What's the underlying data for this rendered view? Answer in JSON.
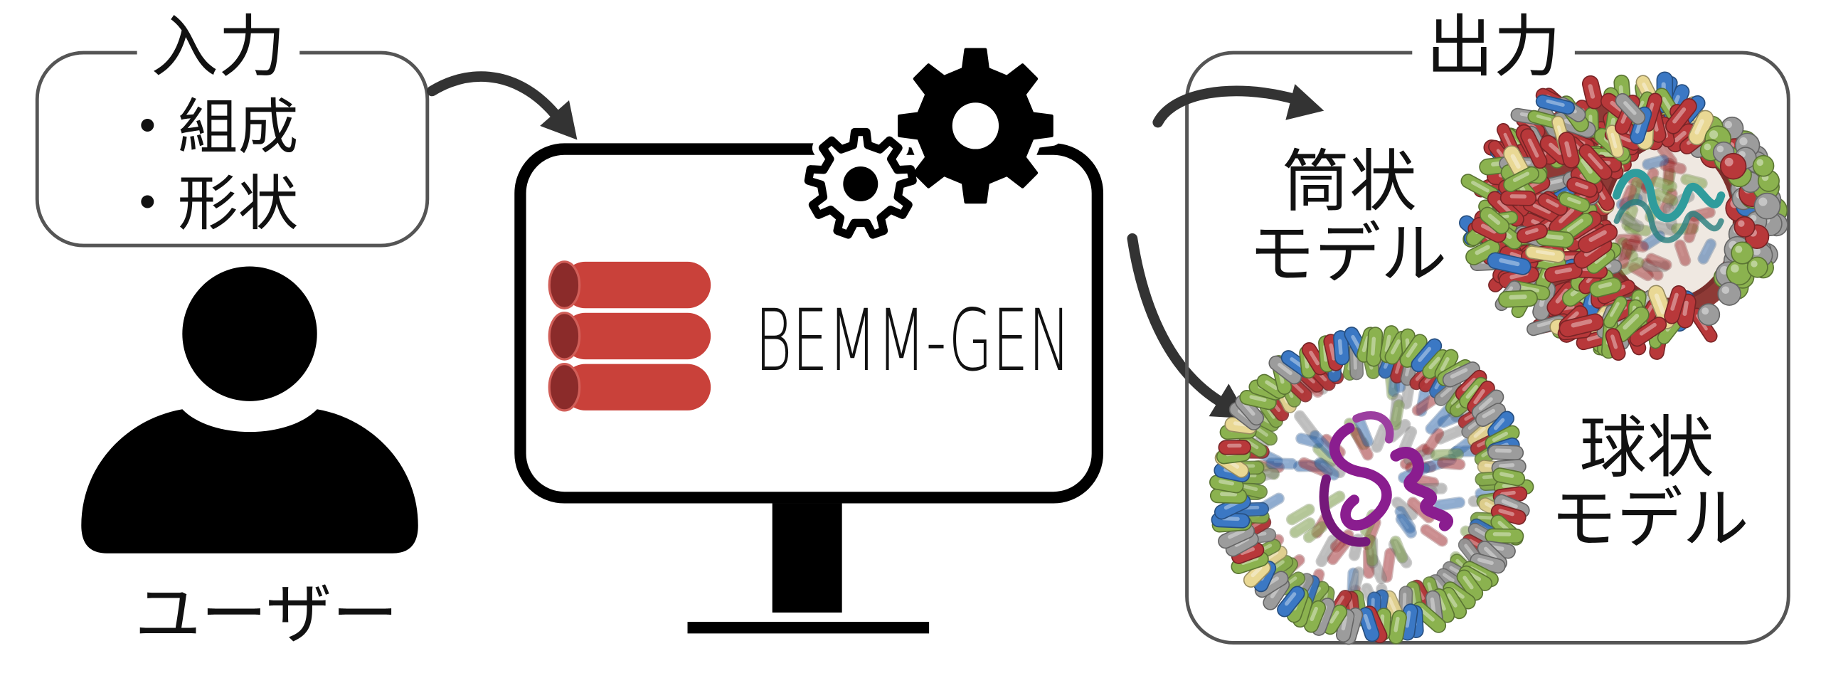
{
  "input_panel": {
    "title": "入力",
    "items": [
      "・組成",
      "・形状"
    ]
  },
  "user": {
    "label": "ユーザー",
    "icon": "user-icon"
  },
  "software": {
    "name": "BEMM-GEN",
    "icons": [
      "monitor-icon",
      "small-gear-icon",
      "large-gear-icon",
      "logo-cylinders-icon"
    ]
  },
  "output_panel": {
    "title": "出力",
    "cylinder_label": [
      "筒状",
      "モデル"
    ],
    "sphere_label": [
      "球状",
      "モデル"
    ],
    "icons": [
      "cylinder-model-image",
      "sphere-model-image"
    ]
  },
  "colors": {
    "logo_red": "#c9413a",
    "logo_red_dark": "#8b2b2a",
    "arrow": "#333333",
    "panel_border": "#555555",
    "residue_red": "#b8383a",
    "residue_green": "#8bb24f",
    "residue_gray": "#9c9c9c",
    "residue_blue": "#3b78c4",
    "residue_yellow": "#e9d894",
    "helix_teal": "#2f9c9c",
    "protein_purple": "#8a1d8f"
  }
}
